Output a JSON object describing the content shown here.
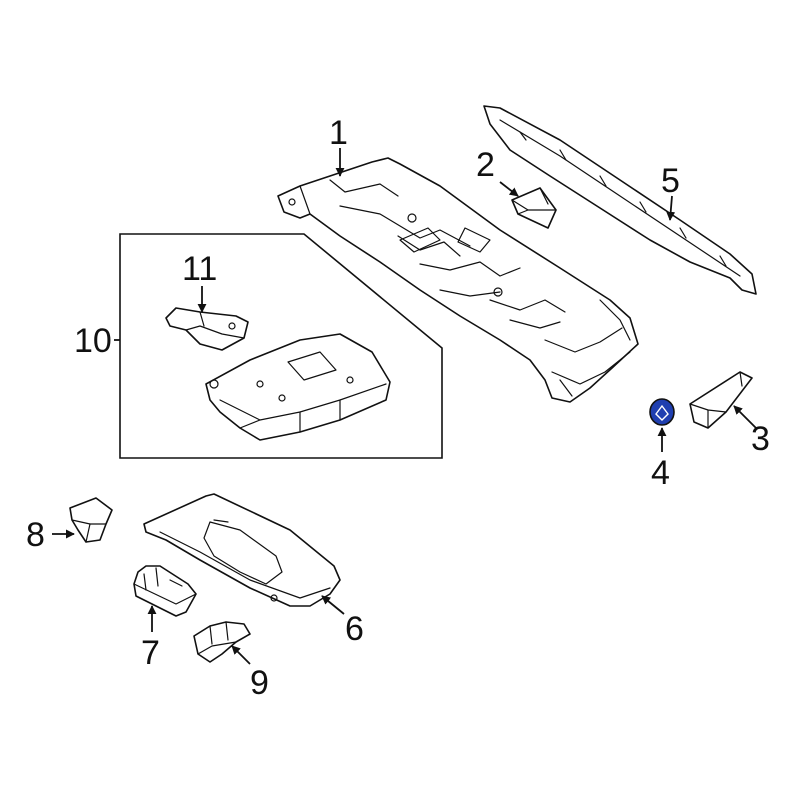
{
  "callouts": {
    "c1": "1",
    "c2": "2",
    "c3": "3",
    "c4": "4",
    "c5": "5",
    "c6": "6",
    "c7": "7",
    "c8": "8",
    "c9": "9",
    "c10": "10",
    "c11": "11"
  },
  "colors": {
    "line": "#111111",
    "highlight_fill": "#1f3fb0",
    "background": "#ffffff"
  }
}
